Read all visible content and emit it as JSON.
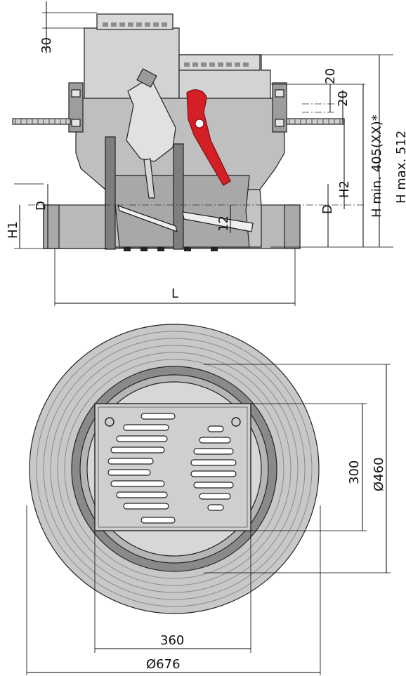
{
  "drawing": {
    "side_view": {
      "labels": {
        "top_offset": "30",
        "gap_a": "20",
        "gap_b": "20",
        "h_min": "H min. 405(XX)*",
        "h_max": "H max. 512",
        "h2": "H2",
        "d_left": "D",
        "d_right": "D",
        "h1": "H1",
        "offset_12": "12",
        "length": "L"
      }
    },
    "plan_view": {
      "labels": {
        "grate_height": "300",
        "ring_inner": "Ø460",
        "grate_width": "360",
        "outer_diameter": "Ø676"
      }
    },
    "colors": {
      "body_gray": "#c9c9c9",
      "pipe_gray": "#b9b9b9",
      "dark_ring": "#8a8a8a",
      "lever_red": "#d41f26",
      "outline": "#222222"
    }
  }
}
